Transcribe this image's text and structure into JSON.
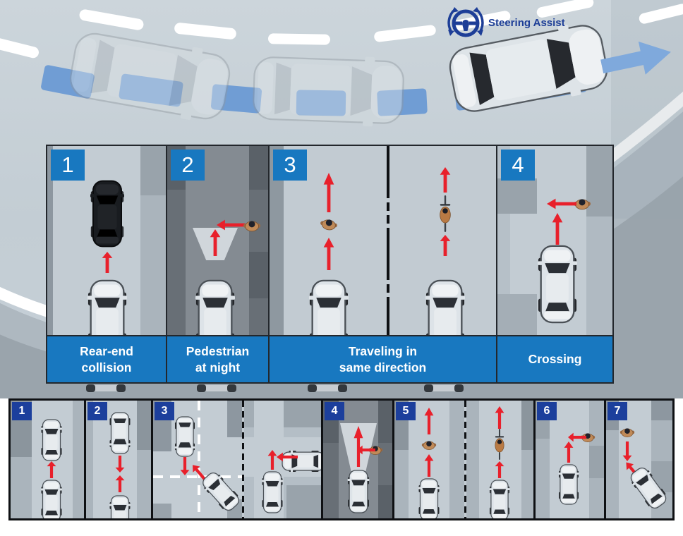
{
  "hero": {
    "steering_assist_label": "Steering Assist",
    "icons": {
      "steering_wheel": "steering-wheel-icon",
      "forward_arrow": "forward-path-arrow-icon"
    }
  },
  "colors": {
    "caption_blue": "#1878c0",
    "badge_navy": "#1c3f9c",
    "steering_navy": "#1d3e97",
    "arrow_red": "#e8202b",
    "path_blue": "#6898d4"
  },
  "mid": {
    "panels": [
      {
        "number": "1",
        "caption1": "Rear-end",
        "caption2": "collision"
      },
      {
        "number": "2",
        "caption1": "Pedestrian",
        "caption2": "at night"
      },
      {
        "number": "3",
        "caption1": "Traveling in",
        "caption2": "same direction"
      },
      {
        "number": "4",
        "caption1": "Crossing",
        "caption2": ""
      }
    ]
  },
  "bottom": {
    "panels": [
      {
        "number": "1"
      },
      {
        "number": "2"
      },
      {
        "number": "3"
      },
      {
        "number": "4"
      },
      {
        "number": "5"
      },
      {
        "number": "6"
      },
      {
        "number": "7"
      }
    ]
  }
}
